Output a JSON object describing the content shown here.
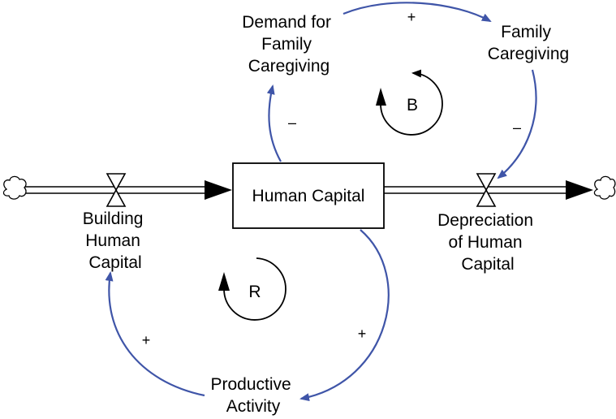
{
  "colors": {
    "link": "#3f55a8",
    "line": "#000000",
    "background": "#ffffff"
  },
  "stock": {
    "label": "Human Capital"
  },
  "flows": {
    "inflow": {
      "label_lines": [
        "Building",
        "Human",
        "Capital"
      ],
      "source_icon": "cloud-icon"
    },
    "outflow": {
      "label_lines": [
        "Depreciation",
        "of Human",
        "Capital"
      ],
      "sink_icon": "cloud-icon"
    }
  },
  "variables": {
    "demand_for_family_caregiving": {
      "label_lines": [
        "Demand for",
        "Family",
        "Caregiving"
      ]
    },
    "family_caregiving": {
      "label_lines": [
        "Family",
        "Caregiving"
      ]
    },
    "productive_activity": {
      "label_lines": [
        "Productive",
        "Activity"
      ]
    }
  },
  "links": {
    "capital_to_demand": {
      "polarity": "–"
    },
    "demand_to_caregiving": {
      "polarity": "+"
    },
    "caregiving_to_depreciation": {
      "polarity": "–"
    },
    "capital_to_activity": {
      "polarity": "+"
    },
    "activity_to_building": {
      "polarity": "+"
    }
  },
  "loops": {
    "balancing": {
      "label": "B",
      "direction": "clockwise"
    },
    "reinforcing": {
      "label": "R",
      "direction": "clockwise"
    }
  }
}
